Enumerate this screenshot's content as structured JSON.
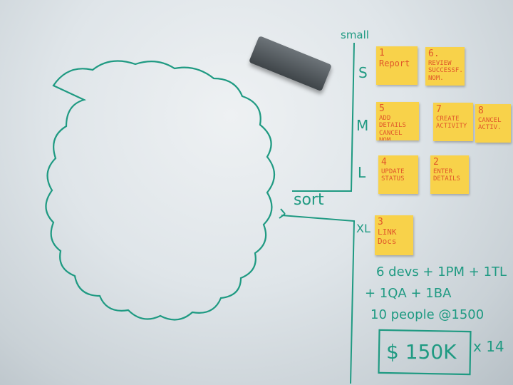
{
  "axis": {
    "title": "small",
    "sort": "sort",
    "sizes": [
      "S",
      "M",
      "L",
      "XL"
    ]
  },
  "notes": [
    {
      "num": "1",
      "text": "Report"
    },
    {
      "num": "6.",
      "text": "REVIEW SUCCESSF. NOM."
    },
    {
      "num": "5",
      "text": "ADD DETAILS CANCEL NOM."
    },
    {
      "num": "7",
      "text": "CREATE ACTIVITY"
    },
    {
      "num": "8",
      "text": "CANCEL ACTIV."
    },
    {
      "num": "4",
      "text": "UPDATE STATUS"
    },
    {
      "num": "2",
      "text": "ENTER DETAILS"
    },
    {
      "num": "3",
      "text": "LINK Docs"
    }
  ],
  "estimate": {
    "line1": "6 devs + 1PM + 1TL",
    "line2": "+ 1QA + 1BA",
    "line3": "10 people @1500",
    "total": "$ 150K",
    "multiplier": "x 14"
  },
  "colors": {
    "marker": "#1f9a82",
    "sticky": "#f8d24a",
    "sticky_text": "#e0572a"
  }
}
